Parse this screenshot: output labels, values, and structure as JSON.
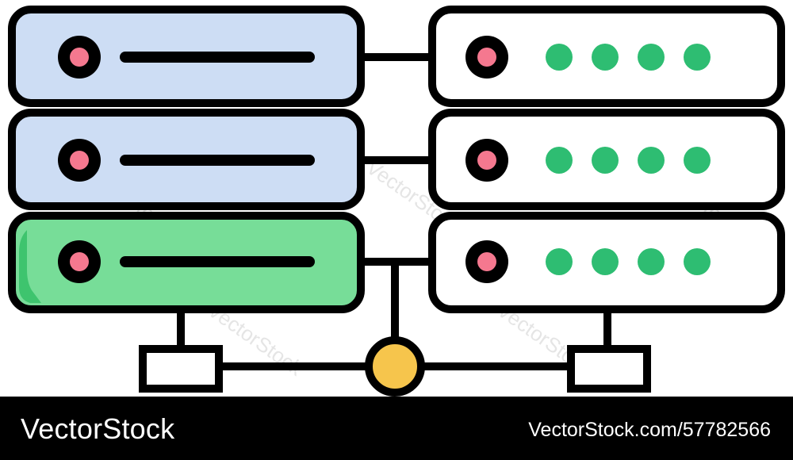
{
  "footer": {
    "brand": "VectorStock",
    "image_id": "VectorStock.com/57782566"
  },
  "watermark": "VectorStock",
  "colors": {
    "outline": "#000000",
    "left_panel_blue": "#cdddf4",
    "left_panel_green": "#77dd98",
    "left_panel_green_edge": "#3ec46e",
    "led_pink": "#f5788f",
    "status_dot_green": "#2ebd72",
    "hub_yellow": "#f6c54c",
    "background": "#ffffff",
    "footer_bg": "#000000"
  },
  "left_stack": [
    {
      "color": "blue",
      "indicator": "drive-bar"
    },
    {
      "color": "blue",
      "indicator": "drive-bar"
    },
    {
      "color": "green",
      "indicator": "drive-bar"
    }
  ],
  "right_stack": [
    {
      "status_dots": 4
    },
    {
      "status_dots": 4
    },
    {
      "status_dots": 4
    }
  ]
}
